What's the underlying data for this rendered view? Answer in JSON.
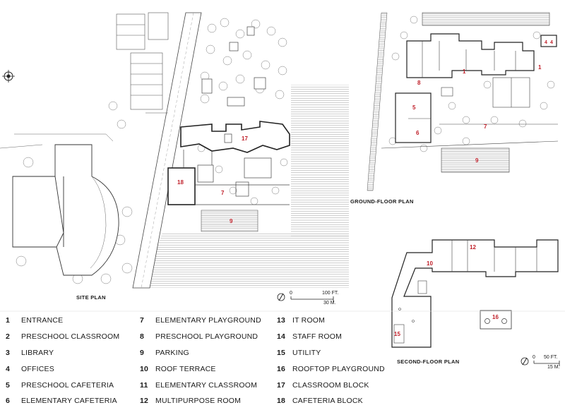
{
  "captions": {
    "site": "SITE PLAN",
    "ground": "GROUND-FLOOR PLAN",
    "second": "SECOND-FLOOR PLAN"
  },
  "scales": {
    "site": {
      "zero": "0",
      "ft": "100 FT.",
      "m": "30 M."
    },
    "second": {
      "zero": "0",
      "ft": "50 FT.",
      "m": "15 M."
    }
  },
  "legend": [
    {
      "n": "1",
      "label": "ENTRANCE"
    },
    {
      "n": "2",
      "label": "PRESCHOOL CLASSROOM"
    },
    {
      "n": "3",
      "label": "LIBRARY"
    },
    {
      "n": "4",
      "label": "OFFICES"
    },
    {
      "n": "5",
      "label": "PRESCHOOL CAFETERIA"
    },
    {
      "n": "6",
      "label": "ELEMENTARY CAFETERIA"
    },
    {
      "n": "7",
      "label": "ELEMENTARY PLAYGROUND"
    },
    {
      "n": "8",
      "label": "PRESCHOOL PLAYGROUND"
    },
    {
      "n": "9",
      "label": "PARKING"
    },
    {
      "n": "10",
      "label": "ROOF TERRACE"
    },
    {
      "n": "11",
      "label": "ELEMENTARY CLASSROOM"
    },
    {
      "n": "12",
      "label": "MULTIPURPOSE ROOM"
    },
    {
      "n": "13",
      "label": "IT ROOM"
    },
    {
      "n": "14",
      "label": "STAFF ROOM"
    },
    {
      "n": "15",
      "label": "UTILITY"
    },
    {
      "n": "16",
      "label": "ROOFTOP PLAYGROUND"
    },
    {
      "n": "17",
      "label": "CLASSROOM BLOCK"
    },
    {
      "n": "18",
      "label": "CAFETERIA BLOCK"
    }
  ],
  "plan_labels": {
    "site": [
      "17",
      "18",
      "7",
      "9"
    ],
    "ground": [
      "1",
      "1",
      "8",
      "5",
      "6",
      "7",
      "9",
      "4",
      "4"
    ],
    "second": [
      "10",
      "12",
      "15",
      "16"
    ]
  },
  "icons": {
    "north": "north-arrow-icon",
    "compass": "compass-rose-icon"
  }
}
